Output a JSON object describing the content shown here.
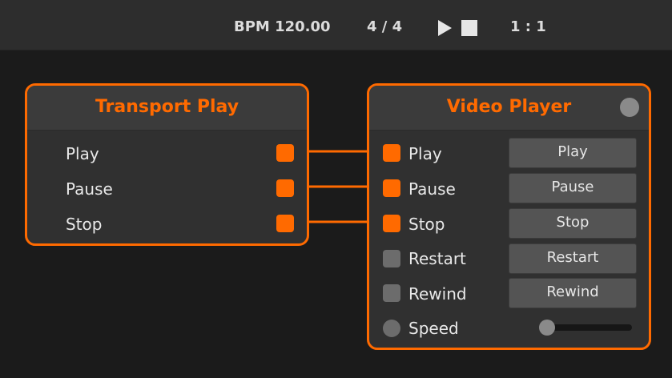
{
  "topbar": {
    "bpm": "BPM 120.00",
    "time_signature": "4 / 4",
    "position": "1 : 1",
    "play_icon": "play-icon",
    "stop_icon": "stop-icon"
  },
  "colors": {
    "accent": "#ff6a00",
    "background": "#1b1b1b",
    "node_body": "#303030",
    "button": "#545454"
  },
  "transport_node": {
    "title": "Transport Play",
    "outputs": [
      {
        "label": "Play"
      },
      {
        "label": "Pause"
      },
      {
        "label": "Stop"
      }
    ]
  },
  "video_node": {
    "title": "Video Player",
    "inputs": [
      {
        "label": "Play",
        "button": "Play",
        "connected": true
      },
      {
        "label": "Pause",
        "button": "Pause",
        "connected": true
      },
      {
        "label": "Stop",
        "button": "Stop",
        "connected": true
      },
      {
        "label": "Restart",
        "button": "Restart",
        "connected": false
      },
      {
        "label": "Rewind",
        "button": "Rewind",
        "connected": false
      }
    ],
    "speed": {
      "label": "Speed",
      "value_fraction": 0.05
    }
  }
}
